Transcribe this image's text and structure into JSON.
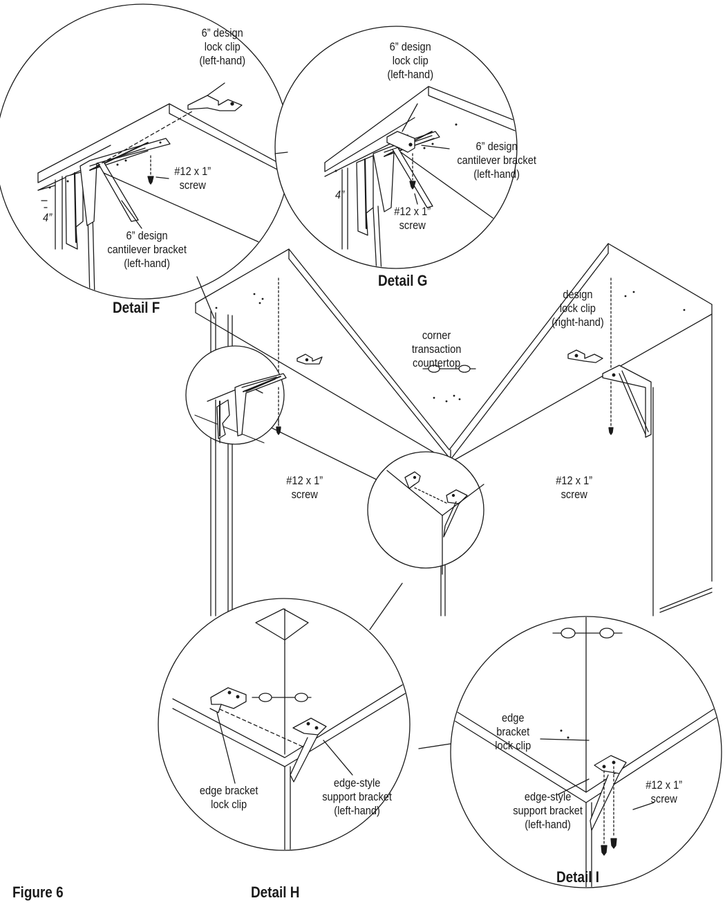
{
  "figure_label": "Figure 6",
  "details": {
    "f": "Detail F",
    "g": "Detail G",
    "h": "Detail H",
    "i": "Detail I"
  },
  "labels": {
    "f_lock_clip": [
      "6” design",
      "lock clip",
      "(left-hand)"
    ],
    "f_screw": [
      "#12 x 1”",
      "screw"
    ],
    "f_bracket": [
      "6” design",
      "cantilever bracket",
      "(left-hand)"
    ],
    "f_dim": "4”",
    "g_lock_clip": [
      "6” design",
      "lock clip",
      "(left-hand)"
    ],
    "g_bracket": [
      "6” design",
      "cantilever bracket",
      "(left-hand)"
    ],
    "g_screw": [
      "#12 x 1”",
      "screw"
    ],
    "g_dim": "4”",
    "countertop": [
      "corner",
      "transaction",
      "countertop"
    ],
    "right_lock_clip": [
      "design",
      "lock clip",
      "(right-hand)"
    ],
    "main_screw_left": [
      "#12 x 1”",
      "screw"
    ],
    "main_screw_right": [
      "#12 x 1”",
      "screw"
    ],
    "h_lock_clip": [
      "edge bracket",
      "lock clip"
    ],
    "h_support": [
      "edge-style",
      "support bracket",
      "(left-hand)"
    ],
    "i_lock_clip": [
      "edge",
      "bracket",
      "lock clip"
    ],
    "i_screw": [
      "#12 x 1”",
      "screw"
    ],
    "i_support": [
      "edge-style",
      "support bracket",
      "(left-hand)"
    ]
  }
}
